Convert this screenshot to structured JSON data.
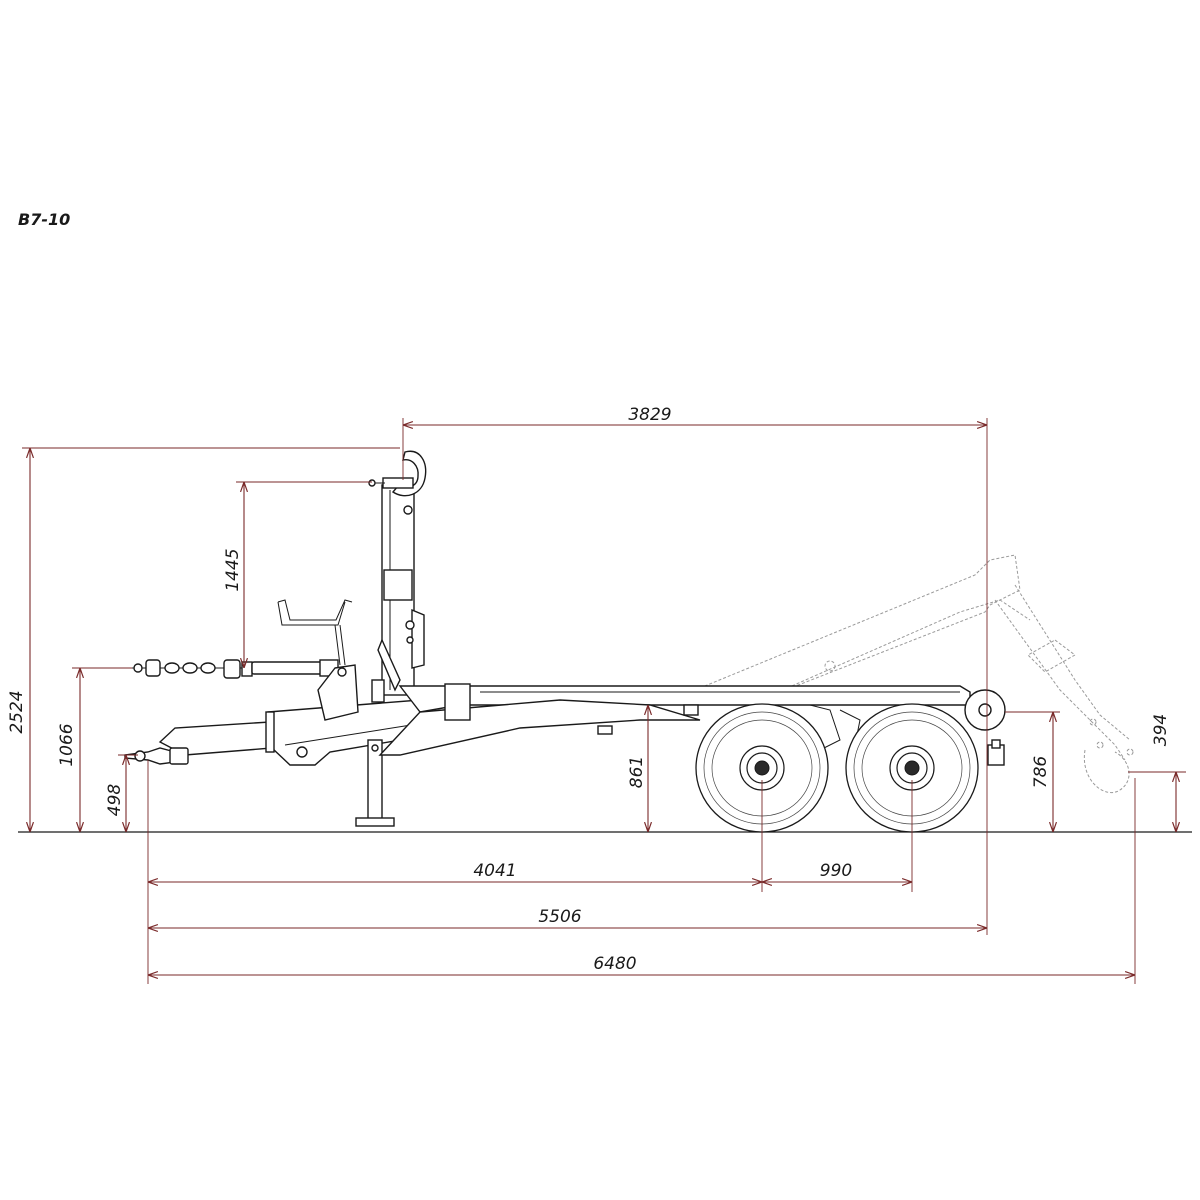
{
  "model": "B7-10",
  "dimensions": {
    "hook_to_rear": "3829",
    "hook_arm_height": "1445",
    "total_height": "2524",
    "drawbar_height": "1066",
    "hitch_height": "498",
    "frame_height": "861",
    "rear_roller_height": "786",
    "rear_hook_height": "394",
    "hitch_to_front_axle": "4041",
    "axle_spacing": "990",
    "hitch_to_rear": "5506",
    "total_length": "6480"
  },
  "colors": {
    "line": "#1a1a1a",
    "dimension": "#7a2a2a",
    "ghost": "#9a9a9a"
  }
}
